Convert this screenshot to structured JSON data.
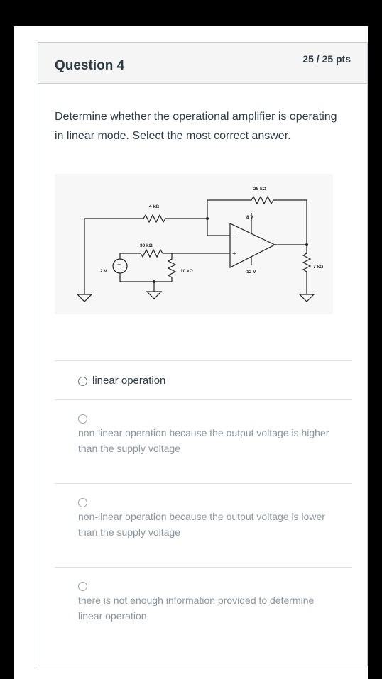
{
  "question": {
    "title": "Question 4",
    "points": "25 / 25 pts",
    "text": "Determine whether the operational amplifier is operating in linear mode. Select the most correct answer."
  },
  "circuit": {
    "labels": {
      "r_feedback": "28 kΩ",
      "r_input_top": "4 kΩ",
      "r_input_bottom": "30 kΩ",
      "r_ground": "10 kΩ",
      "r_load": "7 kΩ",
      "source": "2 V",
      "supply_pos": "8 V",
      "supply_neg": "-12 V",
      "minus": "−",
      "plus": "+"
    }
  },
  "answers": [
    {
      "label": "linear operation",
      "selected": true
    },
    {
      "label": "non-linear operation because the output voltage is higher than the supply voltage",
      "selected": false
    },
    {
      "label": "non-linear operation because the output voltage is lower than the supply voltage",
      "selected": false
    },
    {
      "label": "there is not enough information provided to determine linear operation",
      "selected": false
    }
  ]
}
